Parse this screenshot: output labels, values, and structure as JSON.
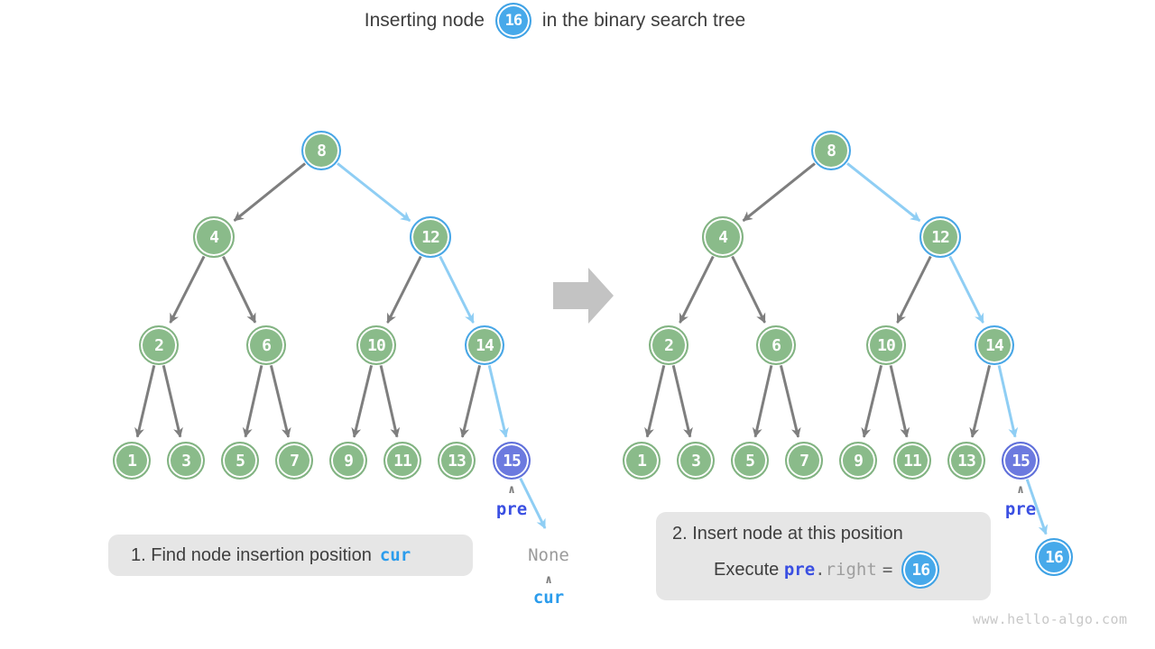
{
  "title": {
    "prefix": "Inserting node",
    "node_value": "16",
    "suffix": "in the binary search tree"
  },
  "symbols": {
    "caret": "∧"
  },
  "tree_left": {
    "nodes": {
      "n8": "8",
      "n4": "4",
      "n12": "12",
      "n2": "2",
      "n6": "6",
      "n10": "10",
      "n14": "14",
      "n1": "1",
      "n3": "3",
      "n5": "5",
      "n7": "7",
      "n9": "9",
      "n11": "11",
      "n13": "13",
      "n15": "15"
    },
    "pre_label": "pre",
    "none_label": "None",
    "cur_label": "cur"
  },
  "tree_right": {
    "nodes": {
      "n8": "8",
      "n4": "4",
      "n12": "12",
      "n2": "2",
      "n6": "6",
      "n10": "10",
      "n14": "14",
      "n1": "1",
      "n3": "3",
      "n5": "5",
      "n7": "7",
      "n9": "9",
      "n11": "11",
      "n13": "13",
      "n15": "15",
      "n16": "16"
    },
    "pre_label": "pre"
  },
  "caption1": {
    "step_text": "1. Find node insertion position",
    "code": "cur"
  },
  "caption2": {
    "line1": "2. Insert node at this position",
    "exec_label": "Execute",
    "code_pre": "pre",
    "code_dot": ".",
    "code_right": "right",
    "code_equals": "=",
    "node_value": "16"
  },
  "watermark": "www.hello-algo.com",
  "colors": {
    "node_green": "#8ABB8A",
    "highlight_blue": "#47A6E8",
    "node_purple": "#6C7ADF",
    "node_blue": "#47A9EA",
    "edge_gray": "#7E7E7E",
    "edge_blue": "#8FCEF4",
    "code_cur": "#2B9CEC",
    "code_pre": "#3A4FE2",
    "none_gray": "#9A9A9A"
  }
}
